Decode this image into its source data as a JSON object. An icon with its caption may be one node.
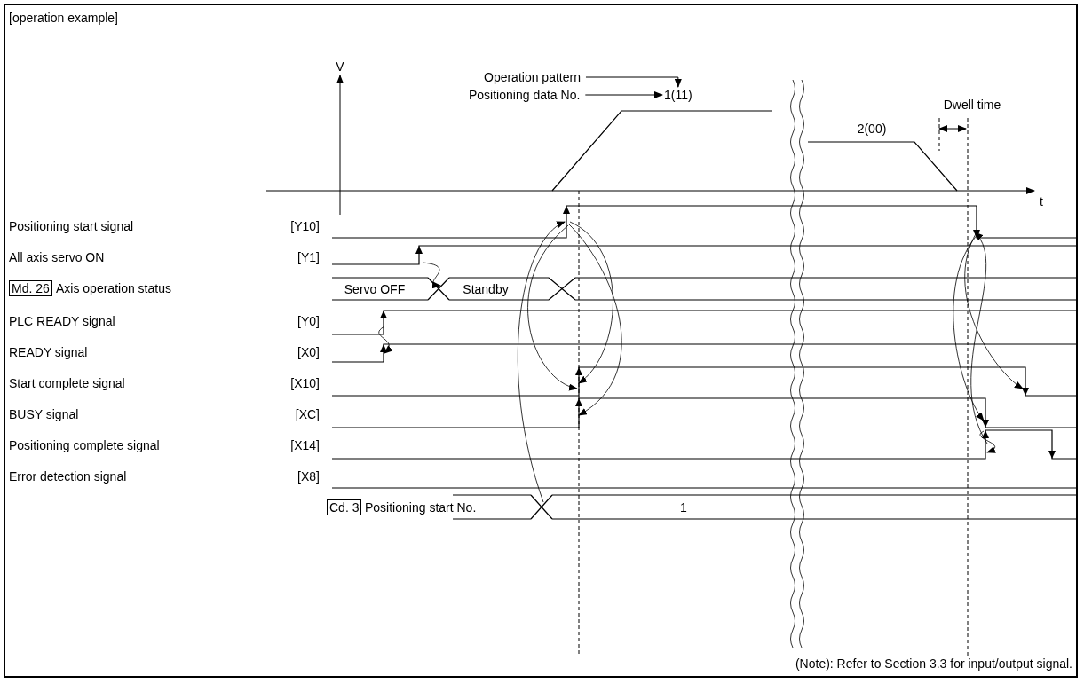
{
  "diagram": {
    "title": "[operation example]",
    "caption": "(Note): Refer to Section 3.3 for input/output signal.",
    "nodes": [
      {
        "text": [
          "Operation pattern"
        ]
      },
      {
        "text": [
          "Positioning data No."
        ]
      },
      {
        "text": [
          "1(11)"
        ]
      }
    ],
    "edges": [
      {
        "from": 0,
        "to": 2,
        "arrow": "to"
      },
      {
        "from": 1,
        "to": 2,
        "arrow": "to"
      }
    ],
    "labels": [
      "V",
      "t",
      "2(00)",
      "Dwell time",
      "Positioning start signal",
      "[Y10]",
      "All axis servo ON",
      "[Y1]",
      "Md. 26",
      "Axis operation status",
      "Servo OFF",
      "Standby",
      "PLC READY signal",
      "[Y0]",
      "READY signal",
      "[X0]",
      "Start complete signal",
      "[X10]",
      "BUSY signal",
      "[XC]",
      "Positioning complete signal",
      "[X14]",
      "Error detection signal",
      "[X8]",
      "Cd. 3",
      "Positioning start No.",
      "1"
    ]
  }
}
